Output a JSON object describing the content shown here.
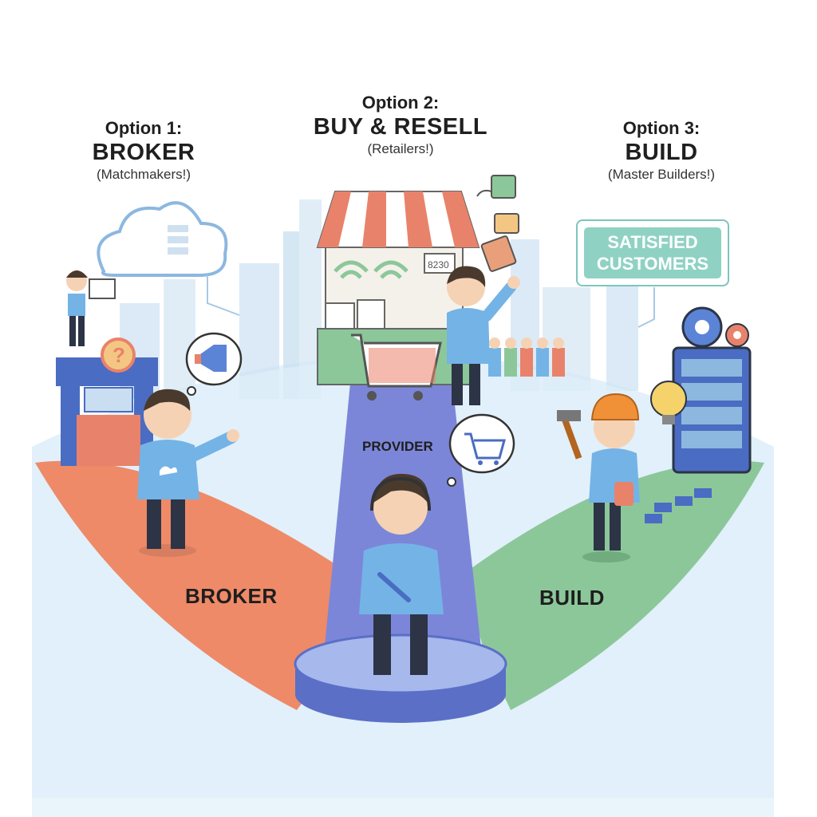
{
  "options": [
    {
      "id": "broker",
      "label": "Option 1:",
      "title": "BROKER",
      "subtitle": "(Matchmakers!)"
    },
    {
      "id": "resell",
      "label": "Option 2:",
      "title": "BUY & RESELL",
      "subtitle": "(Retailers!)"
    },
    {
      "id": "build",
      "label": "Option 3:",
      "title": "BUILD",
      "subtitle": "(Master Builders!)"
    }
  ],
  "zones": {
    "left": "BROKER",
    "right": "BUILD"
  },
  "center_label": "PROVIDER",
  "sign": {
    "line1": "SATISFIED",
    "line2": "CUSTOMERS"
  },
  "stall_sign": "8230",
  "colors": {
    "broker_zone": "#ee8a68",
    "build_zone": "#8cc79a",
    "provider_beam": "#7c86d8",
    "sky": "#dcedf8",
    "shirt": "#74b3e6",
    "awning_red": "#e9826a",
    "sign_teal": "#8fd2c3"
  },
  "icons": [
    "cloud-icon",
    "megaphone-icon",
    "question-icon",
    "shopping-cart-icon",
    "wifi-icon",
    "gear-icon",
    "lightbulb-icon",
    "wrench-icon",
    "hammer-icon",
    "headset-icon",
    "server-rack-icon",
    "price-tag-icon"
  ]
}
